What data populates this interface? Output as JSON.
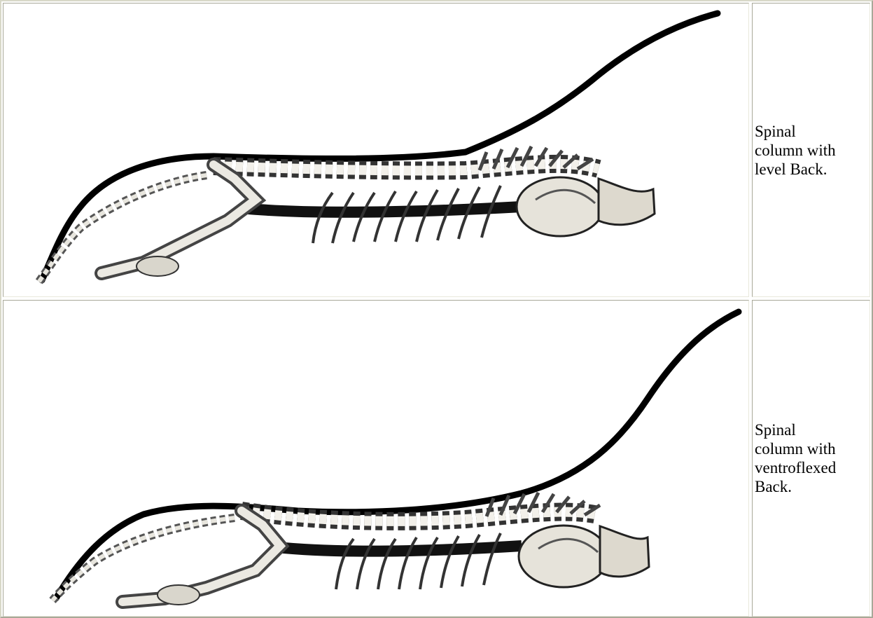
{
  "rows": [
    {
      "image": "level-back-skeleton-illustration",
      "caption_lines": [
        "Spinal",
        "column with",
        "level Back."
      ]
    },
    {
      "image": "ventroflexed-back-skeleton-illustration",
      "caption_lines": [
        "Spinal",
        "column with",
        "ventroflexed",
        "Back."
      ]
    }
  ],
  "colors": {
    "border_light": "#d8d8c8",
    "border_dark": "#a8a898",
    "ink": "#000000",
    "bone": "#f2f0ea"
  }
}
